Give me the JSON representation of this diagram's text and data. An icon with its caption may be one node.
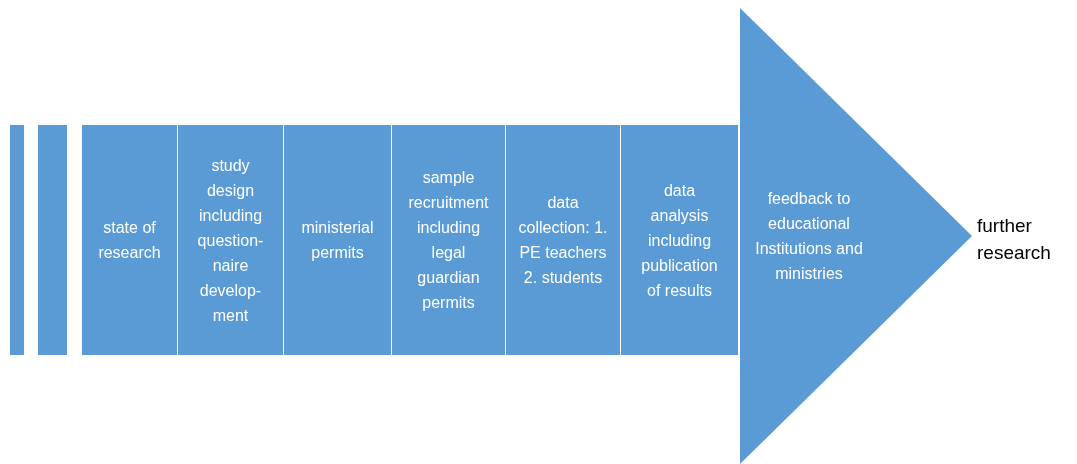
{
  "diagram": {
    "nodes": [
      {
        "text": [],
        "shape": "bar"
      },
      {
        "text": [],
        "shape": "bar"
      },
      {
        "text": [
          "state of research"
        ]
      },
      {
        "text": [
          "study design including question-naire develop-ment"
        ]
      },
      {
        "text": [
          "ministerial permits"
        ]
      },
      {
        "text": [
          "sample recruitment including legal guardian permits"
        ]
      },
      {
        "text": [
          "data collection: 1. PE teachers 2. students"
        ]
      },
      {
        "text": [
          "data analysis including publication of results"
        ]
      },
      {
        "text": [
          "feedback to educational Institutions and ministries"
        ]
      }
    ],
    "labels": [
      "further research"
    ]
  }
}
